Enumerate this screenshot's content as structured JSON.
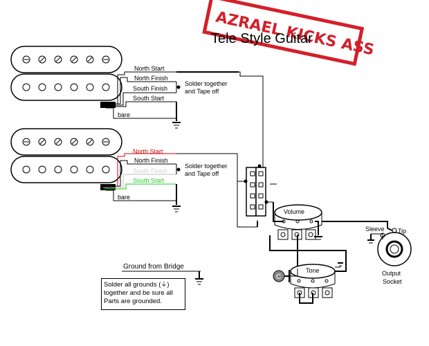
{
  "title": "Tele Style Guitar",
  "stamp": "AZRAEL KICKS ASS",
  "pickup_neck": {
    "wires": [
      "North Start",
      "North Finish",
      "South Finish",
      "South Start",
      "bare"
    ],
    "note": [
      "Solder together",
      "and Tape off"
    ]
  },
  "pickup_bridge": {
    "wires": [
      "North Start",
      "North Finish",
      "South Finish",
      "South Start",
      "bare"
    ],
    "note": [
      "Solder together",
      "and Tape off"
    ]
  },
  "volume_label": "Volume",
  "tone_label": "Tone",
  "capacitor_label": "C",
  "jack": {
    "sleeve": "Sleeve",
    "tip": "Tip",
    "label_line1": "Output",
    "label_line2": "Socket"
  },
  "ground_from_bridge": "Ground from Bridge",
  "note_text": [
    "Solder all grounds (",
    ")",
    "together and be sure all",
    "Parts are grounded."
  ],
  "colors": {
    "stamp": "#d41f2b",
    "north_start_bridge": "#cc0000",
    "south_finish_bridge": "#d0d0d0",
    "south_start_bridge": "#22cc22"
  }
}
